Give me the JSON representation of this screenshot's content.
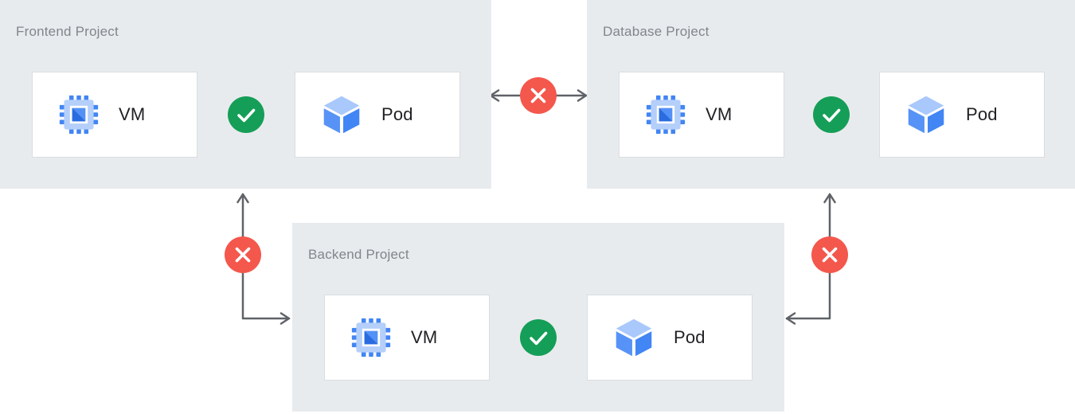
{
  "projects": [
    {
      "title": "Frontend Project",
      "nodes": [
        {
          "label": "VM",
          "icon": "compute-vm-icon"
        },
        {
          "label": "Pod",
          "icon": "pod-cube-icon"
        }
      ],
      "internal_connection": {
        "status": "allowed",
        "icon": "check-icon"
      }
    },
    {
      "title": "Database Project",
      "nodes": [
        {
          "label": "VM",
          "icon": "compute-vm-icon"
        },
        {
          "label": "Pod",
          "icon": "pod-cube-icon"
        }
      ],
      "internal_connection": {
        "status": "allowed",
        "icon": "check-icon"
      }
    },
    {
      "title": "Backend Project",
      "nodes": [
        {
          "label": "VM",
          "icon": "compute-vm-icon"
        },
        {
          "label": "Pod",
          "icon": "pod-cube-icon"
        }
      ],
      "internal_connection": {
        "status": "allowed",
        "icon": "check-icon"
      }
    }
  ],
  "cross_project_connections": [
    {
      "from": "Frontend Project",
      "to": "Database Project",
      "status": "blocked",
      "icon": "cross-icon"
    },
    {
      "from": "Frontend Project",
      "to": "Backend Project",
      "status": "blocked",
      "icon": "cross-icon"
    },
    {
      "from": "Database Project",
      "to": "Backend Project",
      "status": "blocked",
      "icon": "cross-icon"
    }
  ],
  "colors": {
    "panel_bg": "#e8ebee",
    "allowed_green": "#159e57",
    "blocked_red": "#f4574c",
    "arrow_gray": "#5f6368",
    "icon_blue_primary": "#4285f4",
    "icon_blue_medium": "#5793f6",
    "icon_blue_light": "#a9c8fb",
    "title_gray": "#80868b",
    "label_dark": "#202124"
  }
}
